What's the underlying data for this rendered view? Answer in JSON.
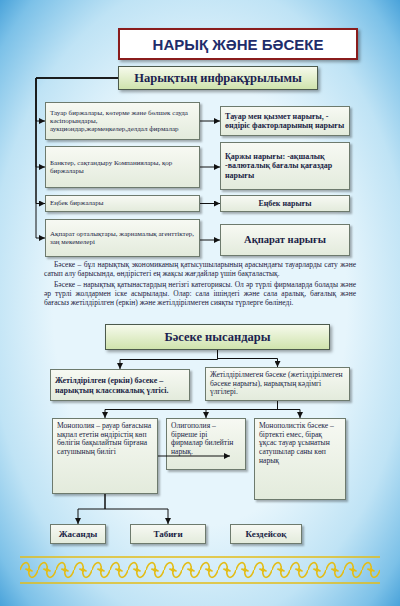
{
  "diagram": {
    "title": "НАРЫҚ ЖӘНЕ БӘСЕКЕ",
    "nodes": [
      {
        "text": [
          "Нарықтың инфрақұрылымы"
        ]
      },
      {
        "text": [
          "Тауар биржалары, көтерме және бөлшек сауда кәсіпорындары, аукциондар,жәрмеңкелер,делдал фирмалар"
        ]
      },
      {
        "text": [
          "Тауар мен қызмет нарығы, - өндіріс факторларының нарығы"
        ]
      },
      {
        "text": [
          "Банктер, сақтандыру Компаниялары, қор биржалары"
        ]
      },
      {
        "text": [
          "Қаржы нарығы: -ақшалық -валюталық бағалы қағаздар нарығы"
        ]
      },
      {
        "text": [
          "Еңбек биржалары"
        ]
      },
      {
        "text": [
          "Еңбек нарығы"
        ]
      },
      {
        "text": [
          "Ақпарат орталықтары, жарнамалық агенттіктер, заң мекемелері"
        ]
      },
      {
        "text": [
          "Ақпарат нарығы"
        ]
      },
      {
        "text": [
          "Бәсеке нысандары"
        ]
      },
      {
        "text": [
          "Жетілдірілген (еркін) бәсеке – нарықтың классикалық үлгісі."
        ]
      },
      {
        "text": [
          "Жетілдірілмеген бәсеке (жетілдірілмеген бәсеке нарығы), нарықтың кәдімгі үлгілері."
        ]
      },
      {
        "text": [
          "Монополия – рауар бағасына ықпал ететін өндірістің көп бөлігін бақылайтын бірғана сатушының билігі"
        ]
      },
      {
        "text": [
          "Олигополия – бірнеше ірі фирмалар билейтін нарық."
        ]
      },
      {
        "text": [
          "Монополистік бәсеке – біртекті емес, бірақ ұқсас тауар ұсынатын сатушылар саны көп нарық"
        ]
      },
      {
        "text": [
          "Жасанды"
        ]
      },
      {
        "text": [
          "Табиғи"
        ]
      },
      {
        "text": [
          "Кездейсоқ"
        ]
      }
    ],
    "edges": [
      {
        "from": 0,
        "to": 1,
        "arrow": "to"
      },
      {
        "from": 0,
        "to": 3,
        "arrow": "to"
      },
      {
        "from": 0,
        "to": 5,
        "arrow": "to"
      },
      {
        "from": 0,
        "to": 7,
        "arrow": "to"
      },
      {
        "from": 1,
        "to": 2,
        "arrow": "to"
      },
      {
        "from": 3,
        "to": 4,
        "arrow": "to"
      },
      {
        "from": 5,
        "to": 6,
        "arrow": "to"
      },
      {
        "from": 7,
        "to": 8,
        "arrow": "to"
      },
      {
        "from": 9,
        "to": 10,
        "arrow": "to"
      },
      {
        "from": 9,
        "to": 11,
        "arrow": "to"
      },
      {
        "from": 11,
        "to": 12,
        "arrow": "to"
      },
      {
        "from": 11,
        "to": 13,
        "arrow": "to"
      },
      {
        "from": 11,
        "to": 14,
        "arrow": "to"
      },
      {
        "from": 12,
        "to": 15,
        "arrow": "to"
      },
      {
        "from": 12,
        "to": 16,
        "arrow": "to"
      },
      {
        "from": 12,
        "to": 17,
        "arrow": "to"
      }
    ],
    "labels": [
      "Бәсеке – бұл нарықтық экономиканың қатысушыларының арасындағы тауарларды сату және сатып алу барысында, өндірістегі ең жақсы жағдайлар үшін бақталастық.",
      "Бәсеке – нарықтық қатынастардың негізгі категориясы. Ол әр түрлі фирмаларда болады және әр түрлі жолдармен іске асырылады. Олар: сала ішіндегі және сала аралық, бағалық және бағасыз жетілдірілген (еркін) және жетілдірілмеген сияқты түрлерге бөлінеді."
    ]
  }
}
